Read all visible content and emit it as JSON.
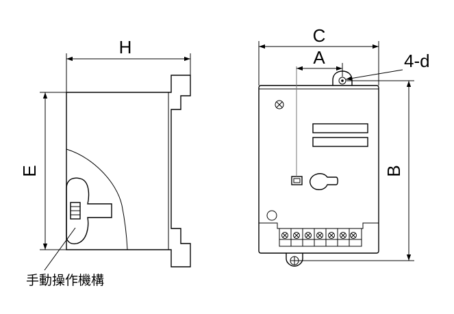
{
  "labels": {
    "H": "H",
    "E": "E",
    "C": "C",
    "A": "A",
    "B": "B",
    "hole": "4-d",
    "manual": "手動操作機構"
  },
  "colors": {
    "line": "#000000",
    "background": "#ffffff",
    "hidden": "#777777"
  }
}
